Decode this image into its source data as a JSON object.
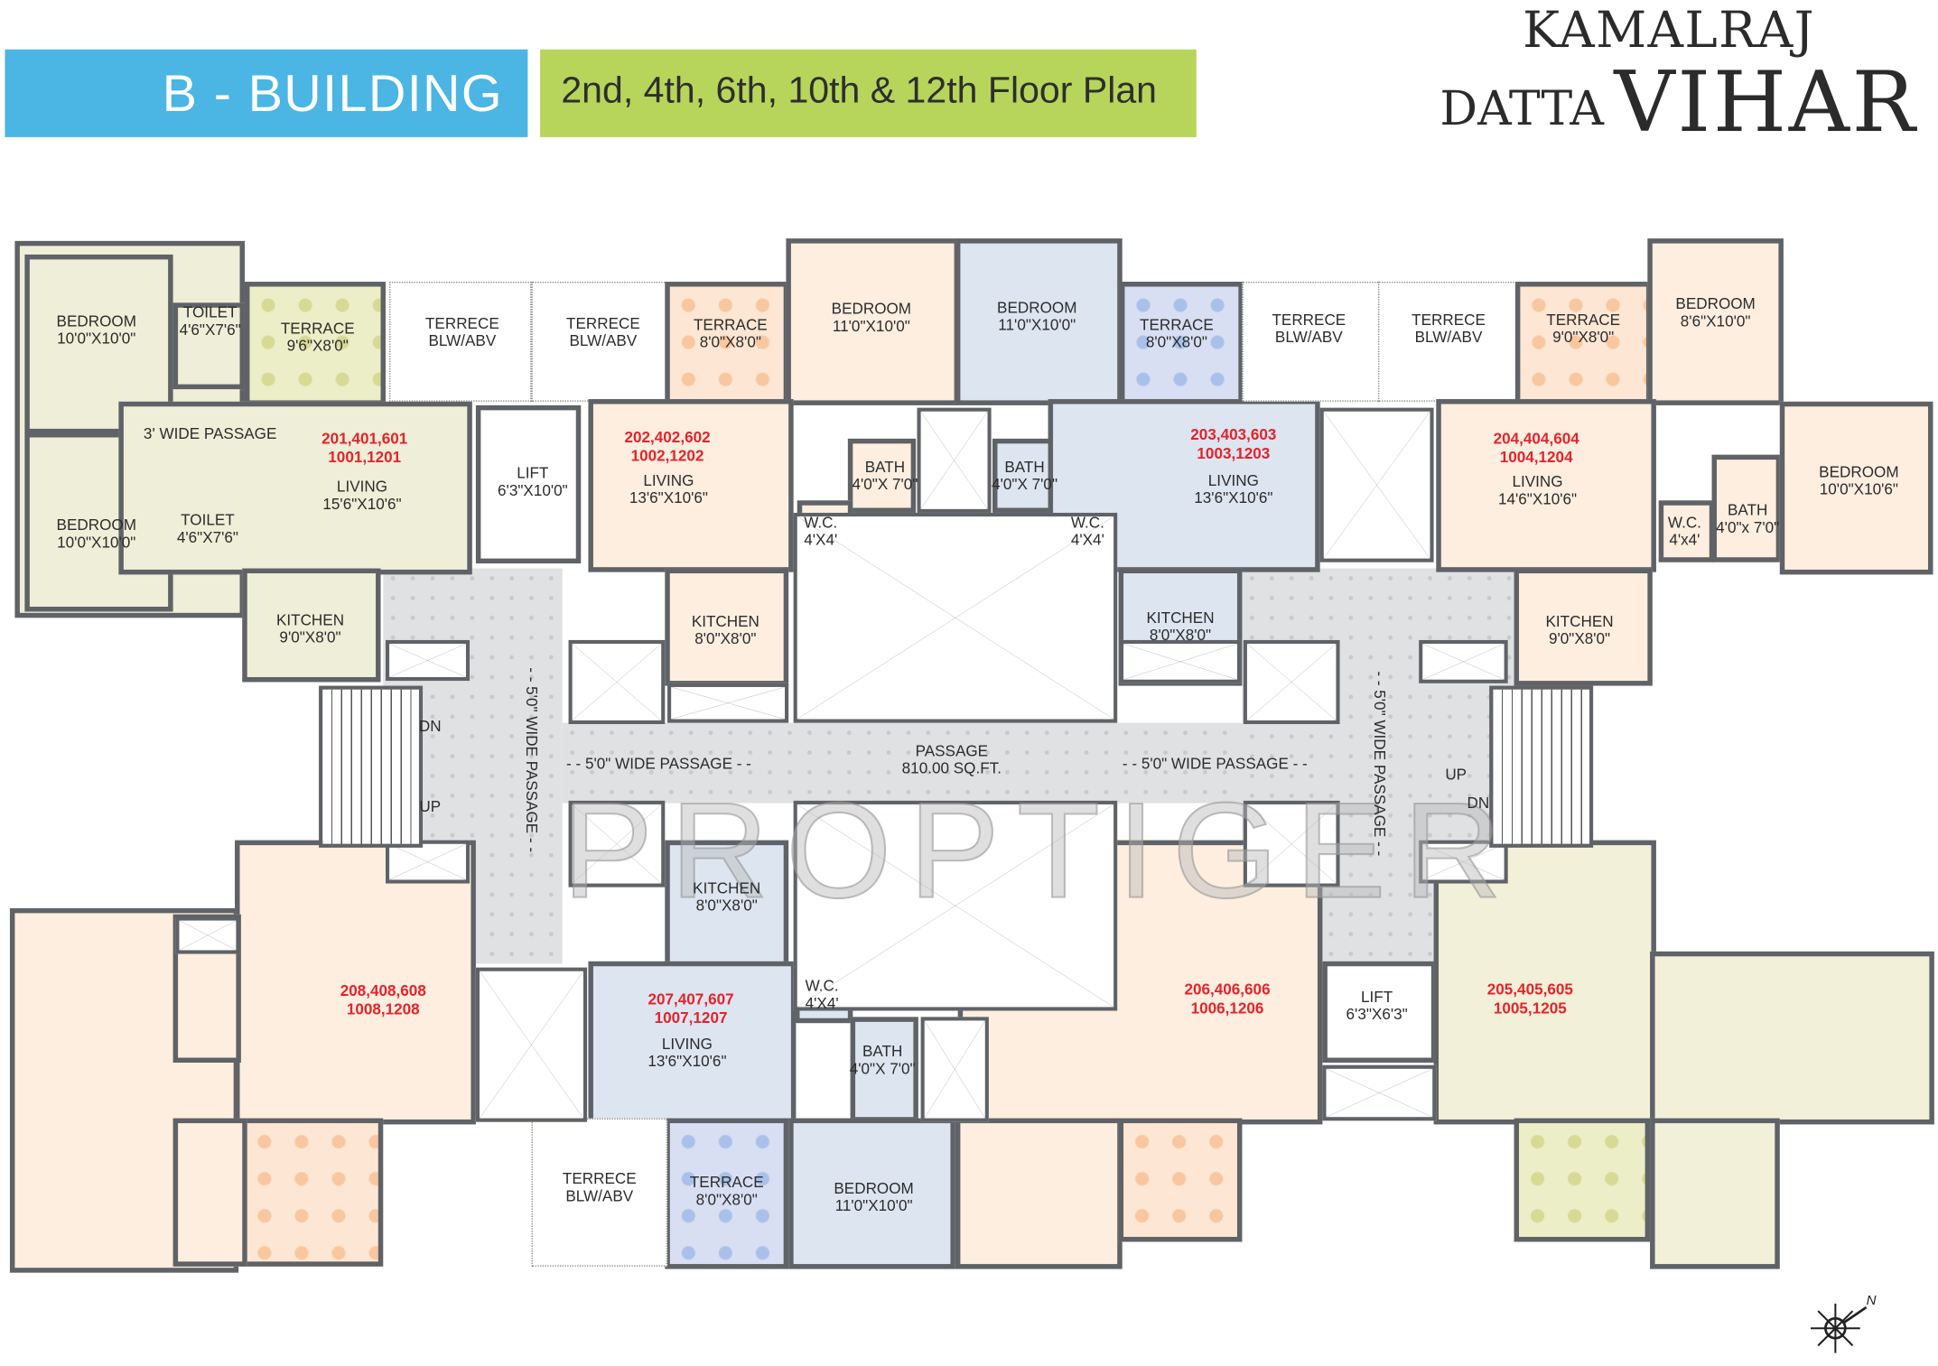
{
  "header": {
    "building": "B - BUILDING",
    "floors": "2nd, 4th, 6th, 10th & 12th Floor Plan"
  },
  "logo": {
    "line1": "KAMALRAJ",
    "line2": "DATTA",
    "line3": "VIHAR"
  },
  "watermark": "PROPTIGER",
  "rooms": [
    {
      "name": "BEDROOM",
      "size": "10'0\"X10'0\""
    },
    {
      "name": "TOILET",
      "size": "4'6\"X7'6\""
    },
    {
      "name": "TERRACE",
      "size": "9'6\"X8'0\""
    },
    {
      "name": "TERRECE",
      "size": "BLW/ABV"
    },
    {
      "name": "TERRECE",
      "size": "BLW/ABV"
    },
    {
      "name": "TERRACE",
      "size": "8'0\"X8'0\""
    },
    {
      "name": "BEDROOM",
      "size": "11'0\"X10'0\""
    },
    {
      "name": "BEDROOM",
      "size": "11'0\"X10'0\""
    },
    {
      "name": "TERRACE",
      "size": "8'0\"X8'0\""
    },
    {
      "name": "TERRECE",
      "size": "BLW/ABV"
    },
    {
      "name": "TERRECE",
      "size": "BLW/ABV"
    },
    {
      "name": "TERRACE",
      "size": "9'0\"X8'0\""
    },
    {
      "name": "BEDROOM",
      "size": "8'6\"X10'0\""
    },
    {
      "name": "3' WIDE PASSAGE",
      "size": ""
    },
    {
      "name": "LIFT",
      "size": "6'3\"X10'0\""
    },
    {
      "name": "BEDROOM",
      "size": "10'0\"X10'0\""
    },
    {
      "name": "TOILET",
      "size": "4'6\"X7'6\""
    },
    {
      "name": "LIVING",
      "size": "15'6\"X10'6\""
    },
    {
      "name": "LIVING",
      "size": "13'6\"X10'6\""
    },
    {
      "name": "BATH",
      "size": "4'0\"X 7'0\""
    },
    {
      "name": "W.C.",
      "size": "4'X4'"
    },
    {
      "name": "BATH",
      "size": "4'0\"X 7'0\""
    },
    {
      "name": "W.C.",
      "size": "4'X4'"
    },
    {
      "name": "LIVING",
      "size": "13'6\"X10'6\""
    },
    {
      "name": "LIVING",
      "size": "14'6\"X10'6\""
    },
    {
      "name": "W.C.",
      "size": "4'x4'"
    },
    {
      "name": "BATH",
      "size": "4'0\"x 7'0\""
    },
    {
      "name": "BEDROOM",
      "size": "10'0\"X10'6\""
    },
    {
      "name": "KITCHEN",
      "size": "9'0\"X8'0\""
    },
    {
      "name": "KITCHEN",
      "size": "8'0\"X8'0\""
    },
    {
      "name": "KITCHEN",
      "size": "8'0\"X8'0\""
    },
    {
      "name": "KITCHEN",
      "size": "9'0\"X8'0\""
    },
    {
      "name": "KITCHEN",
      "size": "8'0\"X8'0\""
    },
    {
      "name": "LIVING",
      "size": "13'6\"X10'6\""
    },
    {
      "name": "W.C.",
      "size": "4'X4'"
    },
    {
      "name": "BATH",
      "size": "4'0\"X 7'0\""
    },
    {
      "name": "LIFT",
      "size": "6'3\"X6'3\""
    },
    {
      "name": "TERRECE",
      "size": "BLW/ABV"
    },
    {
      "name": "TERRACE",
      "size": "8'0\"X8'0\""
    },
    {
      "name": "BEDROOM",
      "size": "11'0\"X10'0\""
    }
  ],
  "units": [
    {
      "line1": "201,401,601",
      "line2": "1001,1201"
    },
    {
      "line1": "202,402,602",
      "line2": "1002,1202"
    },
    {
      "line1": "203,403,603",
      "line2": "1003,1203"
    },
    {
      "line1": "204,404,604",
      "line2": "1004,1204"
    },
    {
      "line1": "205,405,605",
      "line2": "1005,1205"
    },
    {
      "line1": "206,406,606",
      "line2": "1006,1206"
    },
    {
      "line1": "207,407,607",
      "line2": "1007,1207"
    },
    {
      "line1": "208,408,608",
      "line2": "1008,1208"
    }
  ],
  "passage": {
    "wide_left": "- - 5'0\" WIDE PASSAGE - -",
    "wide_right": "- - 5'0\" WIDE PASSAGE - -",
    "vertical_left": "- - 5'0\" WIDE PASSAGE - -",
    "vertical_right": "- - 5'0\" WIDE PASSAGE - -",
    "name": "PASSAGE",
    "area": "810.00 SQ.FT."
  },
  "stairs": {
    "left_dn": "DN",
    "left_up": "UP",
    "right_up": "UP",
    "right_dn": "DN"
  },
  "compass": {
    "north": "N"
  },
  "colors": {
    "header_blue": "#4bb5e3",
    "header_green": "#b7d55a",
    "unit_number": "#e3242b",
    "wall": "#5f6266"
  }
}
